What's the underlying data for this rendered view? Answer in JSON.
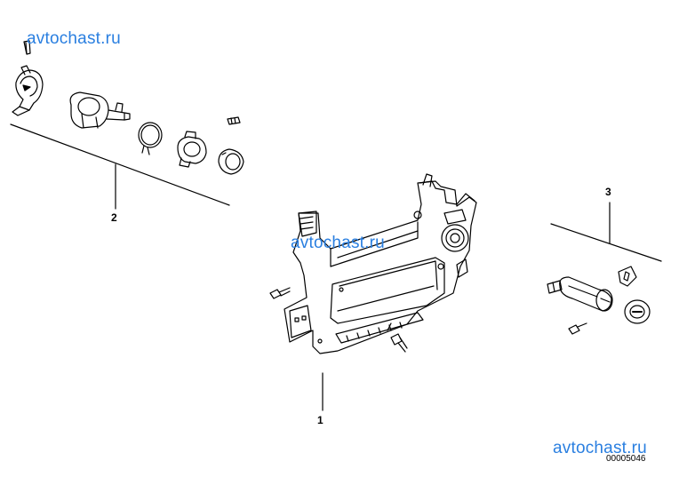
{
  "watermarks": [
    "avtochast.ru",
    "avtochast.ru",
    "avtochast.ru"
  ],
  "callouts": [
    "1",
    "2",
    "3"
  ],
  "diagram_id": "00005046",
  "colors": {
    "watermark": "#2a7fe0",
    "line": "#000000"
  }
}
